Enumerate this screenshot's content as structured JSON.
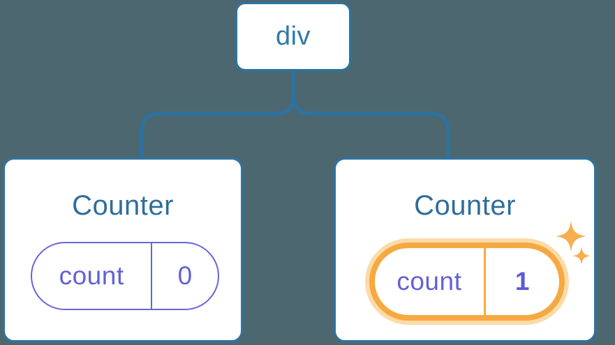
{
  "diagram": {
    "description": "React component tree diagram: a root div element with two Counter children; the second Counter's state pill is highlighted with sparkles indicating an updated state value",
    "background_color": "#4d6771"
  },
  "root_node": {
    "label": "div"
  },
  "cards": [
    {
      "title": "Counter",
      "highlighted": false,
      "state_pill": {
        "label": "count",
        "value": "0"
      }
    },
    {
      "title": "Counter",
      "highlighted": true,
      "state_pill": {
        "label": "count",
        "value": "1"
      }
    }
  ],
  "icons": {
    "sparkle_large": "sparkle-icon",
    "sparkle_small": "sparkle-icon"
  },
  "colors": {
    "background": "#4d6771",
    "connector_blue": "#2a74a3",
    "node_text_blue": "#2f7aa8",
    "card_title_blue": "#2f6e99",
    "card_border_blue": "#2e73a1",
    "state_purple": "#6161d8",
    "highlight_orange": "#f6a940",
    "highlight_glow": "#fbdba8",
    "sparkle_orange": "#f7ae4f",
    "card_background": "#ffffff"
  }
}
